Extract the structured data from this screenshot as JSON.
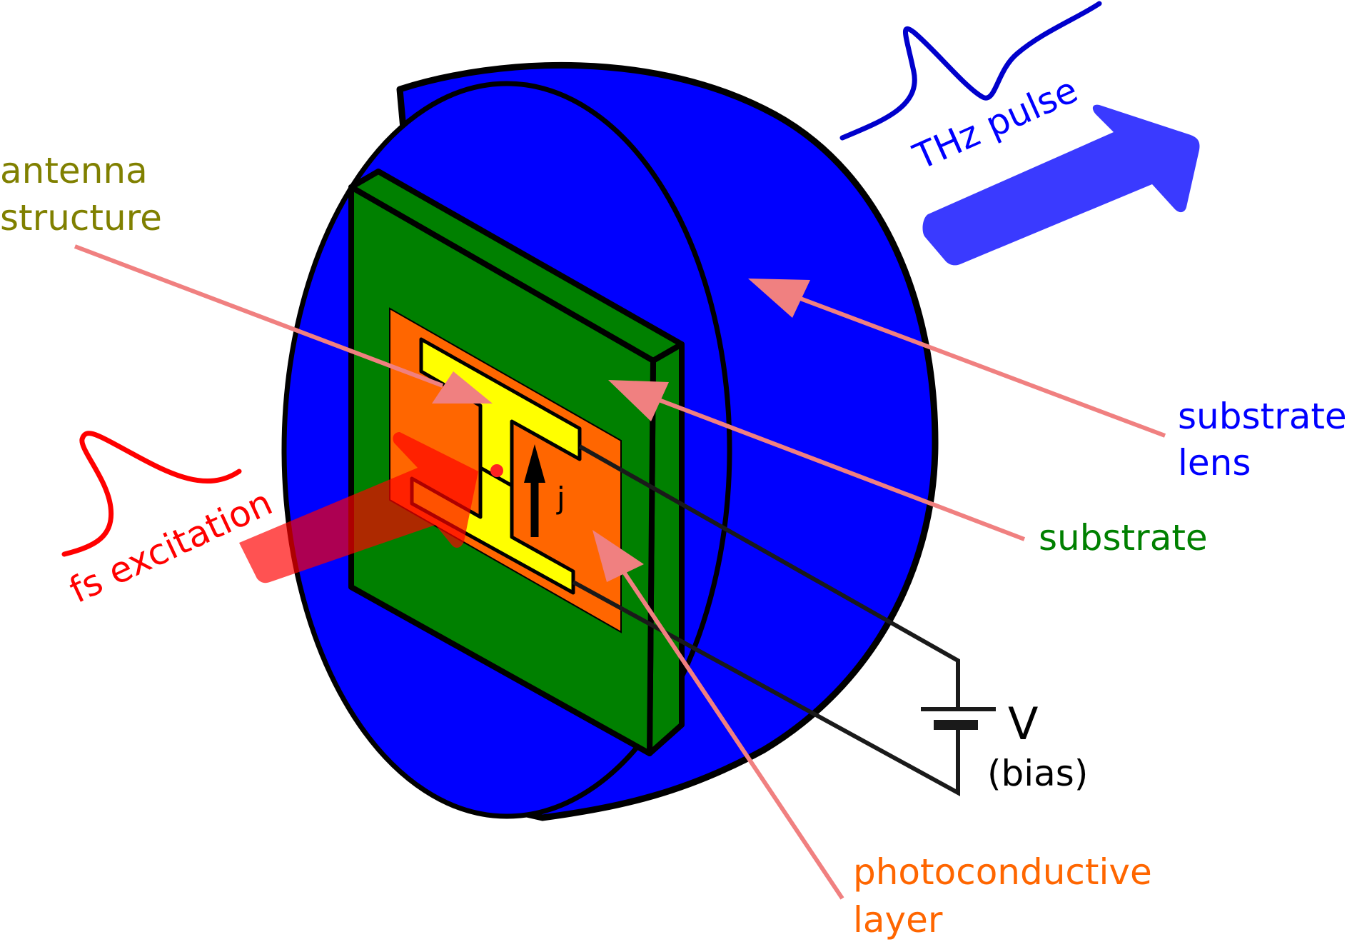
{
  "labels": {
    "antenna_line1": "antenna",
    "antenna_line2": "structure",
    "thz_pulse": "THz pulse",
    "substrate_lens_line1": "substrate",
    "substrate_lens_line2": "lens",
    "substrate": "substrate",
    "fs_excitation": "fs excitation",
    "photoconductive_line1": "photoconductive",
    "photoconductive_line2": "layer",
    "voltage": "V",
    "bias": "(bias)",
    "current": "j"
  },
  "colors": {
    "lens": "#0000ff",
    "substrate": "#008000",
    "photoconductive_layer": "#ff6600",
    "antenna": "#ffff00",
    "thz_arrow": "#3a3aff",
    "pointer": "#f08080",
    "antenna_text": "#808000",
    "substrate_text": "#008000",
    "lens_text": "#0000ff",
    "excitation": "#ff0000",
    "photoconductive_text": "#ff6600"
  }
}
